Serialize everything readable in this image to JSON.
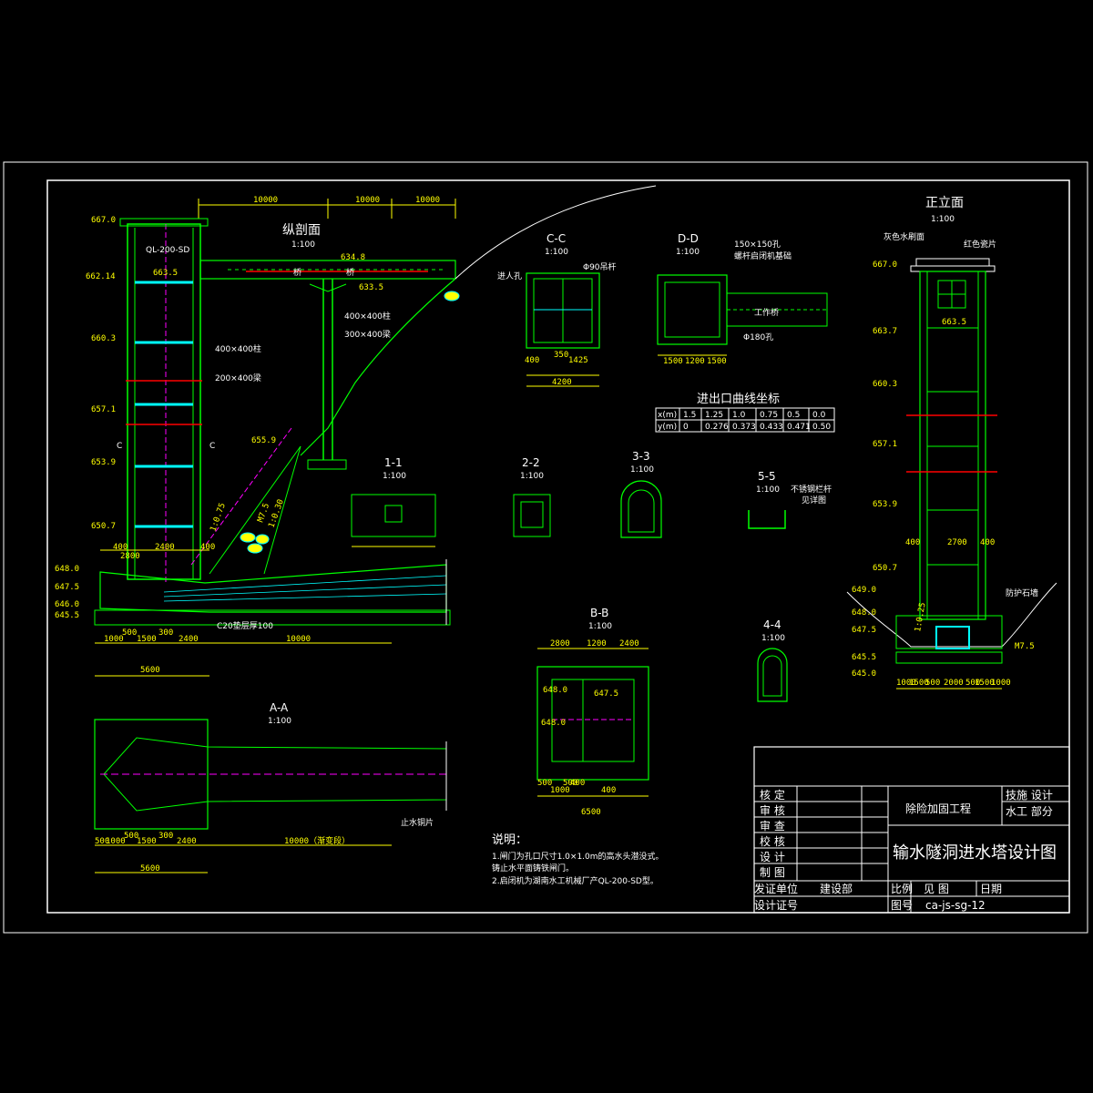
{
  "sections": {
    "longitudinal": {
      "title": "纵剖面",
      "scale": "1:100"
    },
    "cc": {
      "title": "C-C",
      "scale": "1:100"
    },
    "dd": {
      "title": "D-D",
      "scale": "1:100"
    },
    "front": {
      "title": "正立面",
      "scale": "1:100"
    },
    "s11": {
      "title": "1-1",
      "scale": "1:100"
    },
    "s22": {
      "title": "2-2",
      "scale": "1:100"
    },
    "s33": {
      "title": "3-3",
      "scale": "1:100"
    },
    "s55": {
      "title": "5-5",
      "scale": "1:100"
    },
    "s44": {
      "title": "4-4",
      "scale": "1:100"
    },
    "bb": {
      "title": "B-B",
      "scale": "1:100"
    },
    "aa": {
      "title": "A-A",
      "scale": "1:100"
    }
  },
  "curve_table": {
    "title": "进出口曲线坐标",
    "rows": [
      [
        "x(m)",
        "1.5",
        "1.25",
        "1.0",
        "0.75",
        "0.5",
        "0.0"
      ],
      [
        "y(m)",
        "0",
        "0.276",
        "0.373",
        "0.433",
        "0.471",
        "0.50"
      ]
    ]
  },
  "longitudinal_labels": {
    "top_dims": [
      "10000",
      "10000",
      "10000"
    ],
    "gate": "QL-200-SD",
    "elevations": [
      "667.0",
      "663.5",
      "662.14",
      "660.3",
      "657.1",
      "655.9",
      "653.9",
      "650.7",
      "648.0",
      "647.5",
      "646.0",
      "645.5"
    ],
    "bridge_elev1": "634.8",
    "bridge_elev2": "633.5",
    "bridge_label_a": "桥",
    "bridge_label_b": "桥",
    "col1": "400×400柱",
    "beam1": "300×400梁",
    "col2": "400×400柱",
    "beam2": "200×400梁",
    "slope1": "1:0.75",
    "slope2": "1:0.30",
    "mortar": "M7.5",
    "bottom": "C20垫层厚100",
    "bottom_dims": [
      "1000",
      "500",
      "1500",
      "300",
      "2400",
      "10000"
    ],
    "total_dim": "5600",
    "width_dims": [
      "400",
      "2400",
      "400",
      "2800"
    ],
    "marker_c": "C"
  },
  "cc_labels": {
    "manhole": "进人孔",
    "rod": "Φ90吊杆",
    "dims": [
      "400",
      "350",
      "1425",
      "4200"
    ]
  },
  "dd_labels": {
    "hole": "150×150孔",
    "note": "螺杆启闭机基础",
    "bridge": "工作桥",
    "hole2": "Φ180孔",
    "dims": [
      "1500",
      "1200",
      "1500"
    ]
  },
  "s55_labels": {
    "rail": "不锈钢栏杆",
    "detail": "见详图"
  },
  "front_labels": {
    "wall": "灰色水刷面",
    "tile": "红色瓷片",
    "slope": "防护石墙",
    "mortar": "M7.5",
    "dims": [
      "400",
      "2700",
      "400"
    ],
    "bottom_dims": [
      "1000",
      "1500",
      "500",
      "2000",
      "500",
      "1500",
      "1000"
    ],
    "ratio": "1:0.25",
    "elevations": [
      "667.0",
      "663.5",
      "663.7",
      "660.3",
      "657.1",
      "653.9",
      "650.7",
      "649.0",
      "648.0",
      "647.5",
      "645.5",
      "645.0"
    ]
  },
  "aa_labels": {
    "stop": "止水铜片",
    "gradual": "10000（渐变段）",
    "dims": [
      "500",
      "1000",
      "500",
      "1500",
      "300",
      "2400"
    ],
    "total": "5600"
  },
  "bb_labels": {
    "e1": "648.0",
    "e2": "647.5",
    "e3": "648.0",
    "dims_top": [
      "2800",
      "1200",
      "2400"
    ],
    "dims_bot": [
      "500",
      "1000",
      "500",
      "400",
      "400"
    ],
    "total": "6500"
  },
  "notes": {
    "title": "说明：",
    "lines": [
      "1.闸门为孔口尺寸1.0×1.0m的高水头潜没式。",
      "  铸止水平面铸铁闸门。",
      "2.启闭机为湖南水工机械厂产QL-200-SD型。"
    ]
  },
  "title_block": {
    "rows": [
      "核 定",
      "审 核",
      "审 查",
      "校 核",
      "设 计",
      "制 图"
    ],
    "project": "除险加固工程",
    "dept1": "技施 设计",
    "dept2": "水工 部分",
    "drawing_title": "输水隧洞进水塔设计图",
    "cert_unit_label": "发证单位",
    "cert_unit": "建设部",
    "scale_label": "比例",
    "scale_value": "见  图",
    "date_label": "日期",
    "cert_no_label": "设计证号",
    "drawing_no_label": "图号",
    "drawing_no": "ca-js-sg-12"
  }
}
